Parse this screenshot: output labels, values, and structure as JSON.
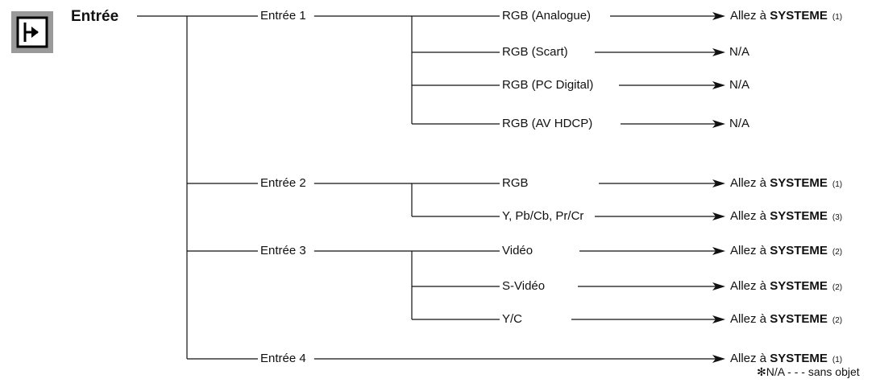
{
  "root": {
    "title": "Entrée",
    "icon": "input-source-icon"
  },
  "inputs": [
    {
      "label": "Entrée 1",
      "children": [
        {
          "label": "RGB (Analogue)",
          "result": "Allez à",
          "bold": "SYSTEME",
          "note": "(1)"
        },
        {
          "label": "RGB (Scart)",
          "result": "N/A",
          "bold": "",
          "note": ""
        },
        {
          "label": "RGB (PC Digital)",
          "result": "N/A",
          "bold": "",
          "note": ""
        },
        {
          "label": "RGB (AV HDCP)",
          "result": "N/A",
          "bold": "",
          "note": ""
        }
      ]
    },
    {
      "label": "Entrée 2",
      "children": [
        {
          "label": "RGB",
          "result": "Allez à",
          "bold": "SYSTEME",
          "note": "(1)"
        },
        {
          "label": "Y, Pb/Cb, Pr/Cr",
          "result": "Allez à",
          "bold": "SYSTEME",
          "note": "(3)"
        }
      ]
    },
    {
      "label": "Entrée 3",
      "children": [
        {
          "label": "Vidéo",
          "result": "Allez à",
          "bold": "SYSTEME",
          "note": "(2)"
        },
        {
          "label": "S-Vidéo",
          "result": "Allez à",
          "bold": "SYSTEME",
          "note": "(2)"
        },
        {
          "label": "Y/C",
          "result": "Allez à",
          "bold": "SYSTEME",
          "note": "(2)"
        }
      ]
    },
    {
      "label": "Entrée 4",
      "children": [],
      "result": "Allez à",
      "bold": "SYSTEME",
      "note": "(1)"
    }
  ],
  "footnote": "✻N/A - - - sans objet"
}
